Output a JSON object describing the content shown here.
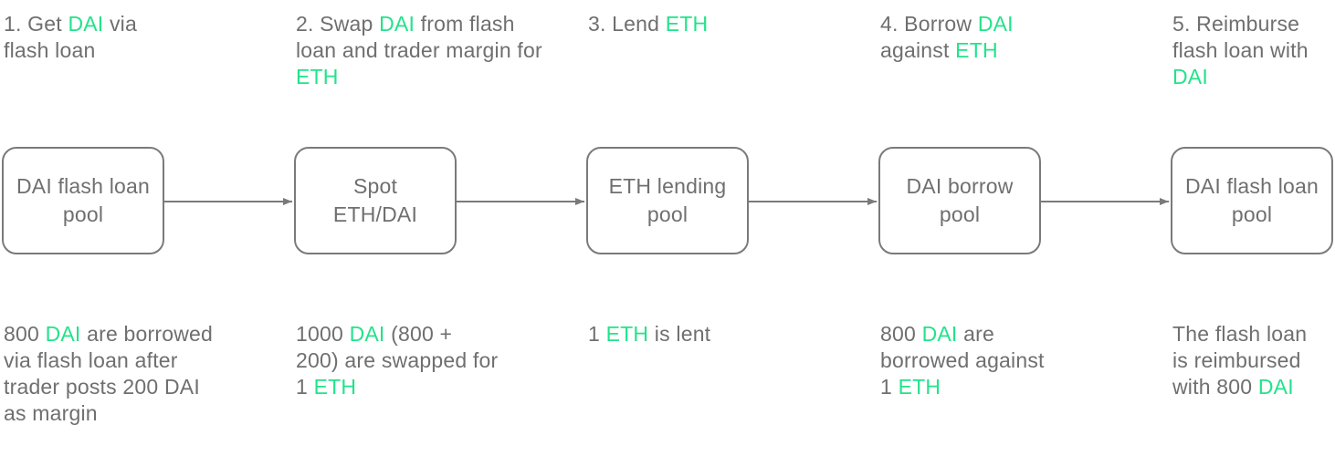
{
  "accent_color": "#22e38a",
  "text_color": "#6f6f6f",
  "border_color": "#7a7a7a",
  "steps": [
    {
      "title": [
        {
          "t": "1. Get "
        },
        {
          "t": "DAI",
          "h": true
        },
        {
          "t": " via flash loan"
        }
      ],
      "box": "DAI flash loan pool",
      "desc": [
        {
          "t": "800 "
        },
        {
          "t": "DAI",
          "h": true
        },
        {
          "t": " are borrowed via flash loan after trader posts 200 DAI as margin"
        }
      ]
    },
    {
      "title": [
        {
          "t": "2. Swap "
        },
        {
          "t": "DAI",
          "h": true
        },
        {
          "t": " from flash loan and trader margin for "
        },
        {
          "t": "ETH",
          "h": true
        }
      ],
      "box": "Spot ETH/DAI",
      "desc": [
        {
          "t": "1000 "
        },
        {
          "t": "DAI",
          "h": true
        },
        {
          "t": " (800 + 200) are swapped for 1 "
        },
        {
          "t": "ETH",
          "h": true
        }
      ]
    },
    {
      "title": [
        {
          "t": "3. Lend "
        },
        {
          "t": "ETH",
          "h": true
        }
      ],
      "box": "ETH lending pool",
      "desc": [
        {
          "t": "1 "
        },
        {
          "t": "ETH",
          "h": true
        },
        {
          "t": " is lent"
        }
      ]
    },
    {
      "title": [
        {
          "t": "4. Borrow "
        },
        {
          "t": "DAI",
          "h": true
        },
        {
          "t": " against "
        },
        {
          "t": "ETH",
          "h": true
        }
      ],
      "box": "DAI borrow pool",
      "desc": [
        {
          "t": "800 "
        },
        {
          "t": "DAI",
          "h": true
        },
        {
          "t": " are borrowed against 1 "
        },
        {
          "t": "ETH",
          "h": true
        }
      ]
    },
    {
      "title": [
        {
          "t": "5. Reimburse flash loan with "
        },
        {
          "t": "DAI",
          "h": true
        }
      ],
      "box": "DAI flash loan pool",
      "desc": [
        {
          "t": "The flash loan is reimbursed with 800 "
        },
        {
          "t": "DAI",
          "h": true
        }
      ]
    }
  ]
}
